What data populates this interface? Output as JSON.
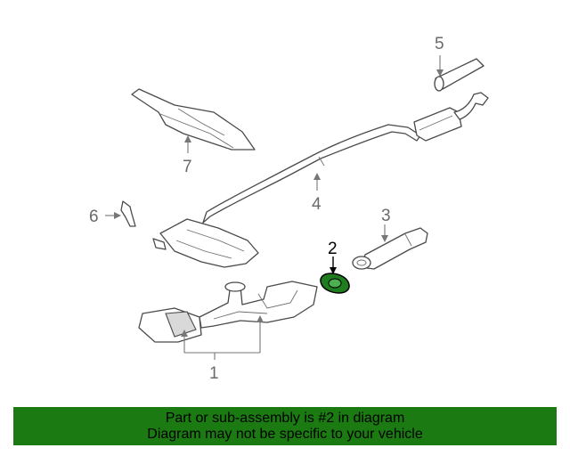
{
  "diagram": {
    "callouts": [
      "1",
      "2",
      "3",
      "4",
      "5",
      "6",
      "7"
    ],
    "highlighted_callout": "2",
    "highlight_color": "#1e7d1e"
  },
  "banner": {
    "line1": "Part or sub-assembly is #2 in diagram",
    "line2": "Diagram may not be specific to your vehicle",
    "background": "#1b7a12"
  }
}
